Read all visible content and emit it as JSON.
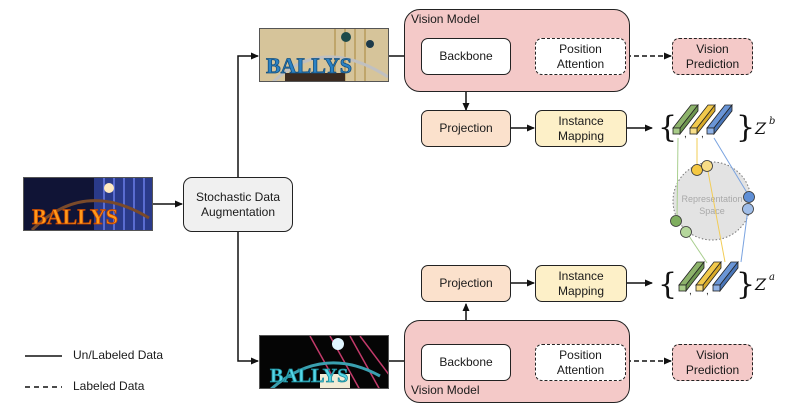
{
  "input_image": {
    "text": "BALLYS",
    "description": "original scene image"
  },
  "augmentation": {
    "label": "Stochastic Data Augmentation"
  },
  "branches": {
    "top": {
      "image_text": "BALLYS",
      "vision_model_label": "Vision Model",
      "backbone": "Backbone",
      "position_attention": "Position Attention",
      "vision_prediction": "Vision Prediction",
      "projection": "Projection",
      "instance_mapping": "Instance Mapping",
      "z_label": "Z",
      "z_sup": "b"
    },
    "bottom": {
      "image_text": "BALLYS",
      "vision_model_label": "Vision Model",
      "backbone": "Backbone",
      "position_attention": "Position Attention",
      "vision_prediction": "Vision Prediction",
      "projection": "Projection",
      "instance_mapping": "Instance Mapping",
      "z_label": "Z",
      "z_sup": "a"
    }
  },
  "representation_space": {
    "line1": "Representation",
    "line2": "Space"
  },
  "legend": {
    "solid": "Un/Labeled Data",
    "dashed": "Labeled Data"
  },
  "colors": {
    "vision_model": "#f4c9c8",
    "projection": "#fbe1cc",
    "instance_mapping": "#fdf0c8",
    "augmentation": "#f0f0f0",
    "green": "#8db36b",
    "yellow": "#f2c94c",
    "blue": "#6a95d6"
  }
}
